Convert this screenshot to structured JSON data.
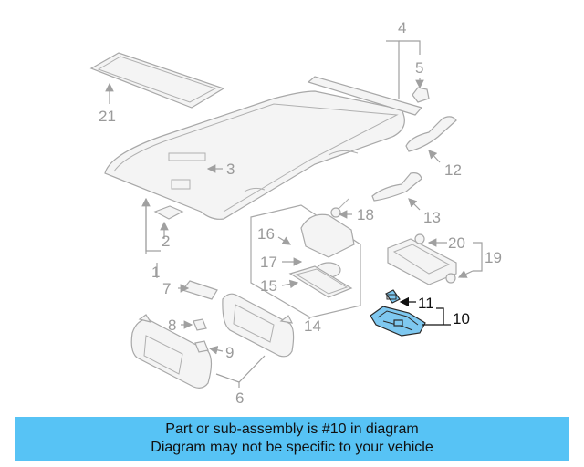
{
  "diagram": {
    "callouts": [
      "1",
      "2",
      "3",
      "4",
      "5",
      "6",
      "7",
      "8",
      "9",
      "10",
      "11",
      "12",
      "13",
      "14",
      "15",
      "16",
      "17",
      "18",
      "19",
      "20",
      "21"
    ],
    "highlighted_part": "10",
    "highlight_color": "#7ec8f0",
    "line_color": "#a0a0a0"
  },
  "banner": {
    "line1": "Part or sub-assembly is #10 in diagram",
    "line2": "Diagram may not be specific to your vehicle",
    "color": "#57c3f5"
  }
}
